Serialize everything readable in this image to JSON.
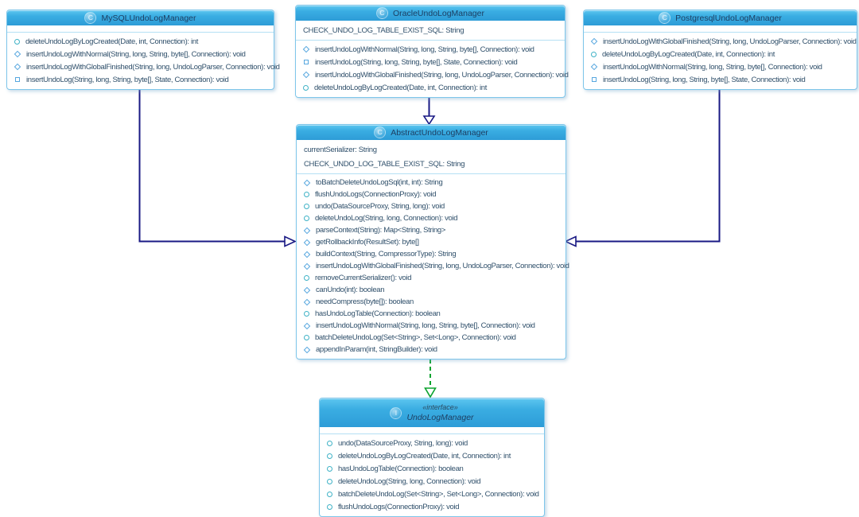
{
  "diagram": {
    "colors": {
      "header_top": "#5dc6f0",
      "header_bottom": "#2d9cd7",
      "box_border": "#7ec6ea",
      "section_separator": "#b5e0f4",
      "title_text": "#1d3f63",
      "member_text": "#30506b",
      "extends_edge": "#191984",
      "implements_edge": "#0ba32f",
      "icon_circle": "#3fb2c6",
      "icon_diamond": "#57a7df",
      "icon_square": "#57a7df"
    },
    "relations": [
      {
        "from": "MySQLUndoLogManager",
        "to": "AbstractUndoLogManager",
        "type": "extends"
      },
      {
        "from": "OracleUndoLogManager",
        "to": "AbstractUndoLogManager",
        "type": "extends"
      },
      {
        "from": "PostgresqlUndoLogManager",
        "to": "AbstractUndoLogManager",
        "type": "extends"
      },
      {
        "from": "AbstractUndoLogManager",
        "to": "UndoLogManager",
        "type": "implements"
      }
    ],
    "classes": [
      {
        "badge": "C",
        "name": "MySQLUndoLogManager",
        "fields": [],
        "methods": [
          {
            "icon": "circle",
            "text": "deleteUndoLogByLogCreated(Date, int, Connection): int"
          },
          {
            "icon": "diamond",
            "text": "insertUndoLogWithNormal(String, long, String, byte[], Connection): void"
          },
          {
            "icon": "diamond",
            "text": "insertUndoLogWithGlobalFinished(String, long, UndoLogParser, Connection): void"
          },
          {
            "icon": "square",
            "text": "insertUndoLog(String, long, String, byte[], State, Connection): void"
          }
        ]
      },
      {
        "badge": "C",
        "name": "OracleUndoLogManager",
        "fields": [
          "CHECK_UNDO_LOG_TABLE_EXIST_SQL: String"
        ],
        "methods": [
          {
            "icon": "diamond",
            "text": "insertUndoLogWithNormal(String, long, String, byte[], Connection): void"
          },
          {
            "icon": "square",
            "text": "insertUndoLog(String, long, String, byte[], State, Connection): void"
          },
          {
            "icon": "diamond",
            "text": "insertUndoLogWithGlobalFinished(String, long, UndoLogParser, Connection): void"
          },
          {
            "icon": "circle",
            "text": "deleteUndoLogByLogCreated(Date, int, Connection): int"
          }
        ]
      },
      {
        "badge": "C",
        "name": "PostgresqlUndoLogManager",
        "fields": [],
        "methods": [
          {
            "icon": "diamond",
            "text": "insertUndoLogWithGlobalFinished(String, long, UndoLogParser, Connection): void"
          },
          {
            "icon": "circle",
            "text": "deleteUndoLogByLogCreated(Date, int, Connection): int"
          },
          {
            "icon": "diamond",
            "text": "insertUndoLogWithNormal(String, long, String, byte[], Connection): void"
          },
          {
            "icon": "square",
            "text": "insertUndoLog(String, long, String, byte[], State, Connection): void"
          }
        ]
      },
      {
        "badge": "C",
        "name": "AbstractUndoLogManager",
        "fields": [
          "currentSerializer: String",
          "CHECK_UNDO_LOG_TABLE_EXIST_SQL: String"
        ],
        "methods": [
          {
            "icon": "diamond",
            "text": "toBatchDeleteUndoLogSql(int, int): String"
          },
          {
            "icon": "circle",
            "text": "flushUndoLogs(ConnectionProxy): void"
          },
          {
            "icon": "circle",
            "text": "undo(DataSourceProxy, String, long): void"
          },
          {
            "icon": "circle",
            "text": "deleteUndoLog(String, long, Connection): void"
          },
          {
            "icon": "diamond",
            "text": "parseContext(String): Map<String, String>"
          },
          {
            "icon": "diamond",
            "text": "getRollbackInfo(ResultSet): byte[]"
          },
          {
            "icon": "diamond",
            "text": "buildContext(String, CompressorType): String"
          },
          {
            "icon": "diamond",
            "text": "insertUndoLogWithGlobalFinished(String, long, UndoLogParser, Connection): void"
          },
          {
            "icon": "circle",
            "text": "removeCurrentSerializer(): void"
          },
          {
            "icon": "diamond",
            "text": "canUndo(int): boolean"
          },
          {
            "icon": "diamond",
            "text": "needCompress(byte[]): boolean"
          },
          {
            "icon": "circle",
            "text": "hasUndoLogTable(Connection): boolean"
          },
          {
            "icon": "diamond",
            "text": "insertUndoLogWithNormal(String, long, String, byte[], Connection): void"
          },
          {
            "icon": "circle",
            "text": "batchDeleteUndoLog(Set<String>, Set<Long>, Connection): void"
          },
          {
            "icon": "diamond",
            "text": "appendInParam(int, StringBuilder): void"
          }
        ]
      },
      {
        "badge": "I",
        "stereotype": "«interface»",
        "name": "UndoLogManager",
        "fields": [],
        "methods": [
          {
            "icon": "circle",
            "text": "undo(DataSourceProxy, String, long): void"
          },
          {
            "icon": "circle",
            "text": "deleteUndoLogByLogCreated(Date, int, Connection): int"
          },
          {
            "icon": "circle",
            "text": "hasUndoLogTable(Connection): boolean"
          },
          {
            "icon": "circle",
            "text": "deleteUndoLog(String, long, Connection): void"
          },
          {
            "icon": "circle",
            "text": "batchDeleteUndoLog(Set<String>, Set<Long>, Connection): void"
          },
          {
            "icon": "circle",
            "text": "flushUndoLogs(ConnectionProxy): void"
          }
        ]
      }
    ]
  }
}
